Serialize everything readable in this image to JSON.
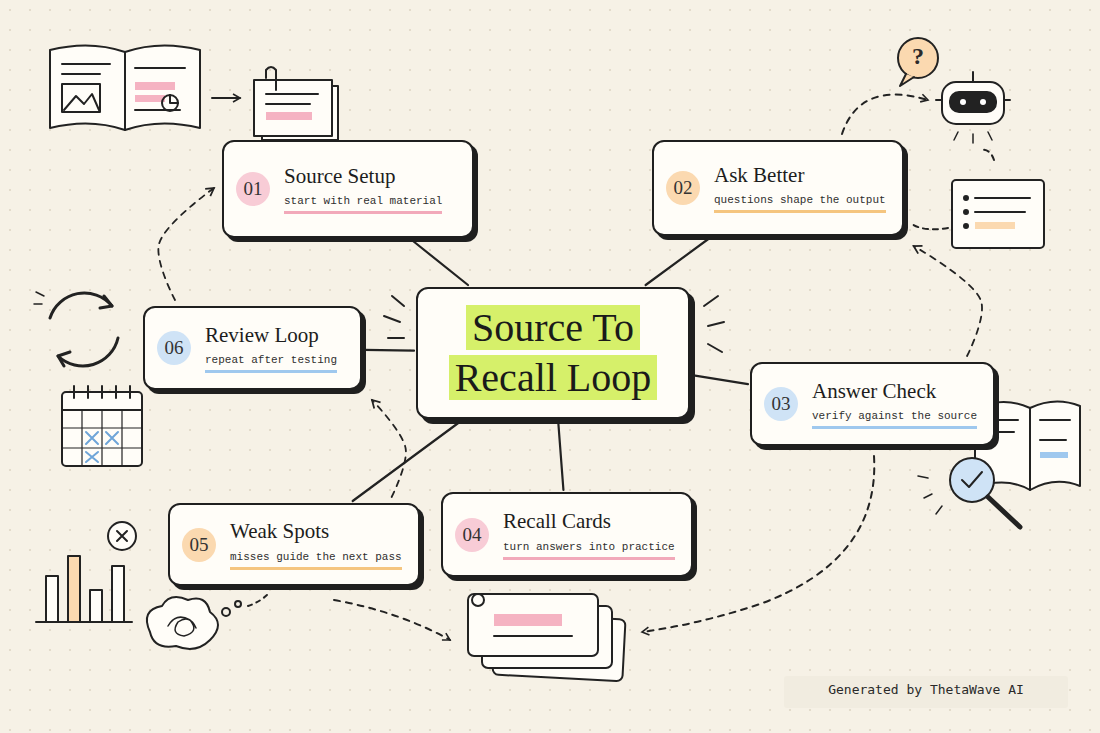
{
  "diagram": {
    "nodes": [
      {
        "text": [
          "01",
          "Source Setup",
          "start with real material"
        ]
      },
      {
        "text": [
          "02",
          "Ask Better",
          "questions shape the output"
        ]
      },
      {
        "text": [
          "Source To Recall Loop"
        ]
      },
      {
        "text": [
          "06",
          "Review Loop",
          "repeat after testing"
        ]
      },
      {
        "text": [
          "03",
          "Answer Check",
          "verify against the source"
        ]
      },
      {
        "text": [
          "05",
          "Weak Spots",
          "misses guide the next pass"
        ]
      },
      {
        "text": [
          "04",
          "Recall Cards",
          "turn answers into practice"
        ]
      }
    ],
    "edges": [
      {
        "from": 2,
        "to": 0,
        "arrow": "none"
      },
      {
        "from": 2,
        "to": 1,
        "arrow": "none"
      },
      {
        "from": 2,
        "to": 3,
        "arrow": "none"
      },
      {
        "from": 2,
        "to": 4,
        "arrow": "none"
      },
      {
        "from": 2,
        "to": 5,
        "arrow": "none"
      },
      {
        "from": 2,
        "to": 6,
        "arrow": "none"
      },
      {
        "from": 3,
        "to": 0,
        "arrow": "to"
      },
      {
        "from": 4,
        "to": 1,
        "arrow": "to"
      },
      {
        "from": 5,
        "to": 3,
        "arrow": "to"
      }
    ],
    "labels": [
      "?",
      "Generated by ThetaWave AI"
    ]
  }
}
